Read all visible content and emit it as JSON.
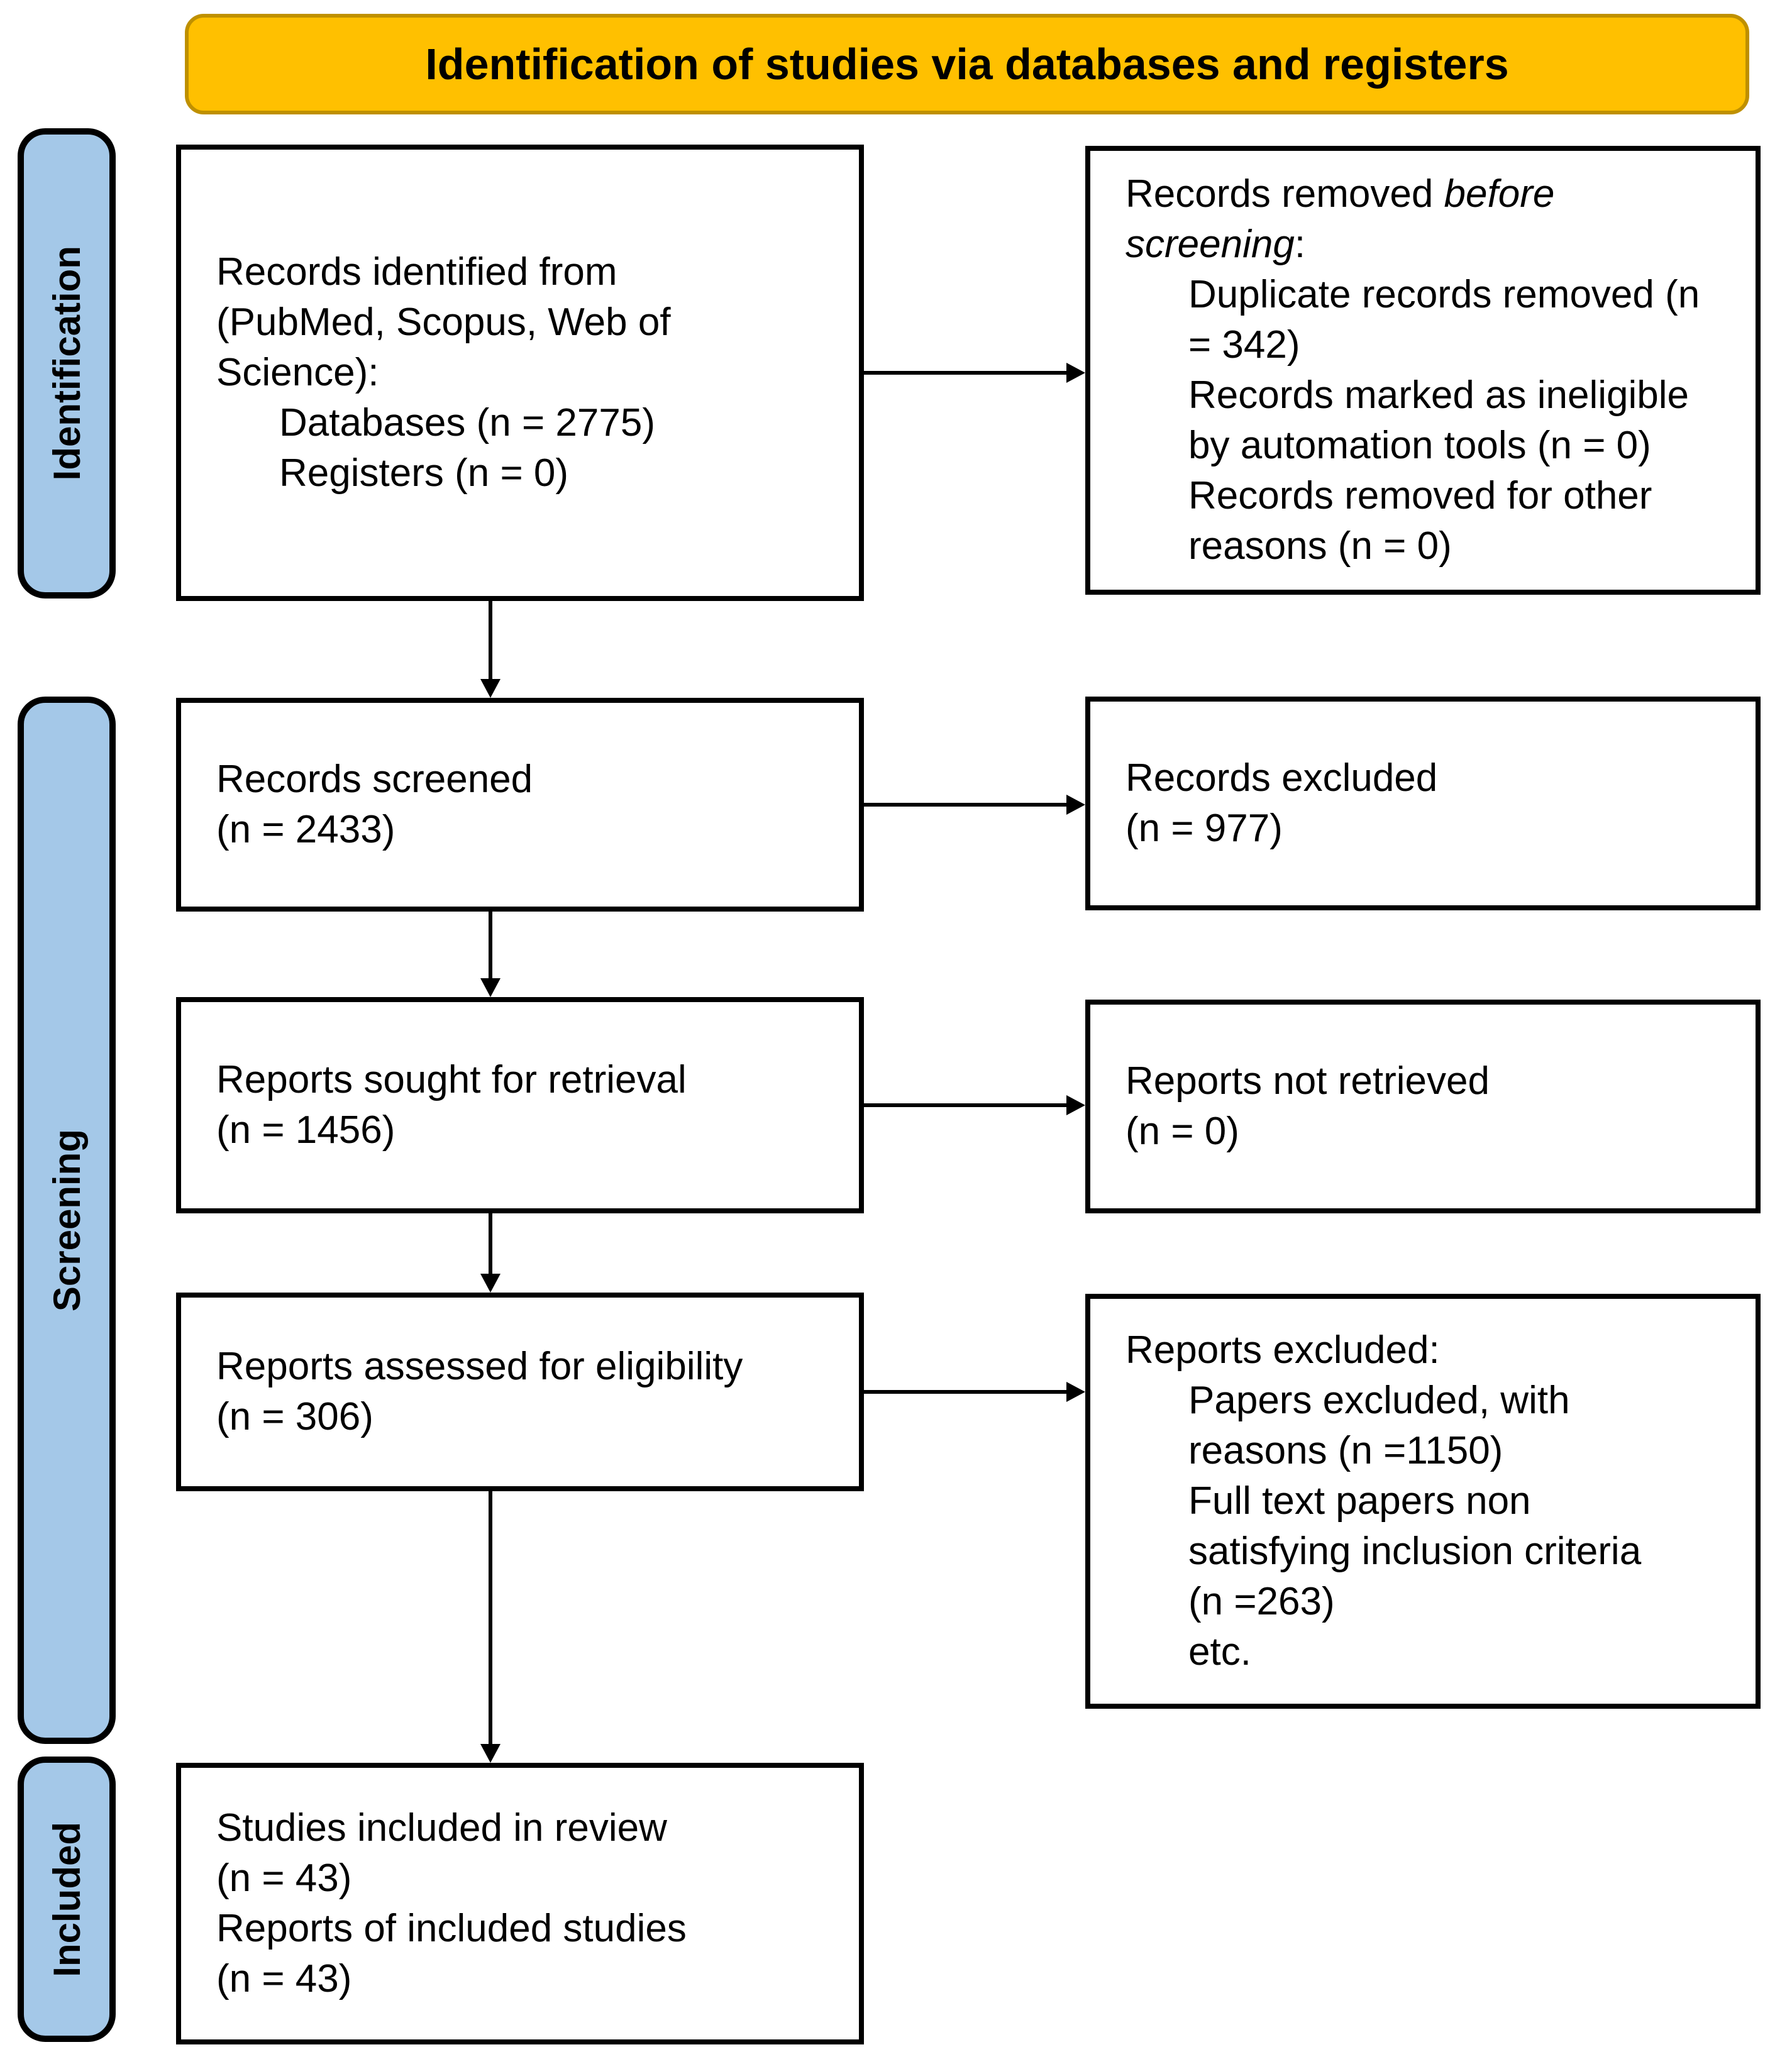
{
  "title": "Identification of studies via databases and registers",
  "colors": {
    "banner_fill": "#FFC000",
    "banner_border": "#BF9000",
    "stage_fill": "#A4C8E8",
    "ink": "#000000"
  },
  "stages": {
    "identification": "Identification",
    "screening": "Screening",
    "included": "Included"
  },
  "boxes": {
    "identified": {
      "main": "Records identified from\n(PubMed, Scopus, Web of\nScience):",
      "items": [
        "Databases (n = 2775)",
        "Registers (n = 0)"
      ]
    },
    "removed": {
      "lead": "Records removed ",
      "lead_italic": "before\nscreening",
      "lead_suffix": ":",
      "items": [
        "Duplicate records removed (n\n= 342)",
        "Records marked as ineligible\nby automation tools (n = 0)",
        "Records removed for other\nreasons (n = 0)"
      ]
    },
    "screened": {
      "main": "Records screened\n(n = 2433)"
    },
    "records_excluded": {
      "main": "Records excluded\n(n = 977)"
    },
    "sought": {
      "main": "Reports sought for retrieval\n(n = 1456)"
    },
    "not_retrieved": {
      "main": "Reports not retrieved\n(n = 0)"
    },
    "assessed": {
      "main": "Reports assessed for eligibility\n(n = 306)"
    },
    "reports_excluded": {
      "lead": "Reports excluded:",
      "items": [
        "Papers excluded, with\nreasons (n =1150)",
        "Full text papers non\nsatisfying inclusion criteria\n(n =263)",
        "etc."
      ]
    },
    "included_studies": {
      "main": "Studies included in review\n(n = 43)\nReports of included studies\n(n = 43)"
    }
  }
}
